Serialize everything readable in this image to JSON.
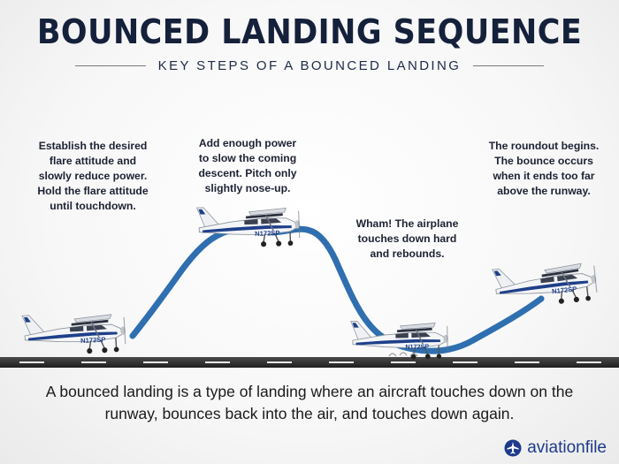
{
  "title": "BOUNCED LANDING SEQUENCE",
  "subtitle": "KEY STEPS OF A BOUNCED LANDING",
  "steps": [
    {
      "text": "Establish the desired\nflare attitude and\nslowly reduce power.\nHold the flare attitude\nuntil touchdown."
    },
    {
      "text": "Add enough power\nto slow the coming\ndescent. Pitch only\nslightly nose-up."
    },
    {
      "text": "Wham! The airplane\ntouches down hard\nand rebounds."
    },
    {
      "text": "The roundout begins.\nThe bounce occurs\nwhen it ends too far\nabove the runway."
    }
  ],
  "aircraft_registration": "N172SP",
  "caption": "A bounced landing is a type of landing where an aircraft touches down on the runway, bounces back into the air, and touches down again.",
  "brand": {
    "name": "aviationfile",
    "icon": "airplane-circle-icon"
  },
  "colors": {
    "title": "#15213b",
    "path": "#2f6fb0",
    "runway": "#2b2b2b",
    "brand": "#1e3a8a",
    "fuselage_stripe": "#1e3f8a"
  }
}
